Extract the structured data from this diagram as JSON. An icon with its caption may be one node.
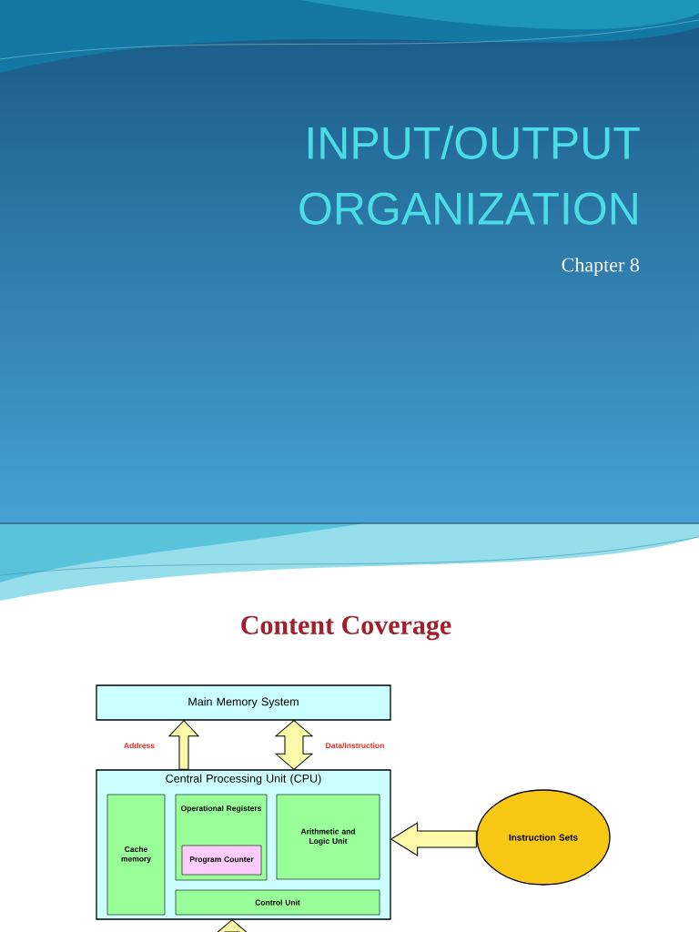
{
  "diagram": {
    "title": "INPUT/OUTPUT ORGANIZATION",
    "nodes": [
      {
        "text": [
          "Main Memory System"
        ]
      },
      {
        "text": [
          "Central Processing Unit (CPU)"
        ]
      },
      {
        "text": [
          "Cache memory"
        ],
        "in": 1
      },
      {
        "text": [
          "Operational Registers"
        ],
        "in": 1
      },
      {
        "text": [
          "Program Counter"
        ],
        "in": 3
      },
      {
        "text": [
          "Arithmetic and Logic Unit"
        ],
        "in": 1
      },
      {
        "text": [
          "Control Unit"
        ],
        "in": 1
      },
      {
        "text": [
          "Instruction Sets"
        ]
      }
    ],
    "edges": [
      {
        "from": 1,
        "to": 0,
        "arrow": "to",
        "label": "Address"
      },
      {
        "from": 1,
        "to": 0,
        "arrow": "both",
        "label": "Data/Instruction"
      },
      {
        "from": 7,
        "to": 1,
        "arrow": "to"
      },
      {
        "from": null,
        "to": 1,
        "arrow": "to"
      }
    ],
    "labels": [
      "Chapter 8",
      "Content Coverage"
    ]
  }
}
